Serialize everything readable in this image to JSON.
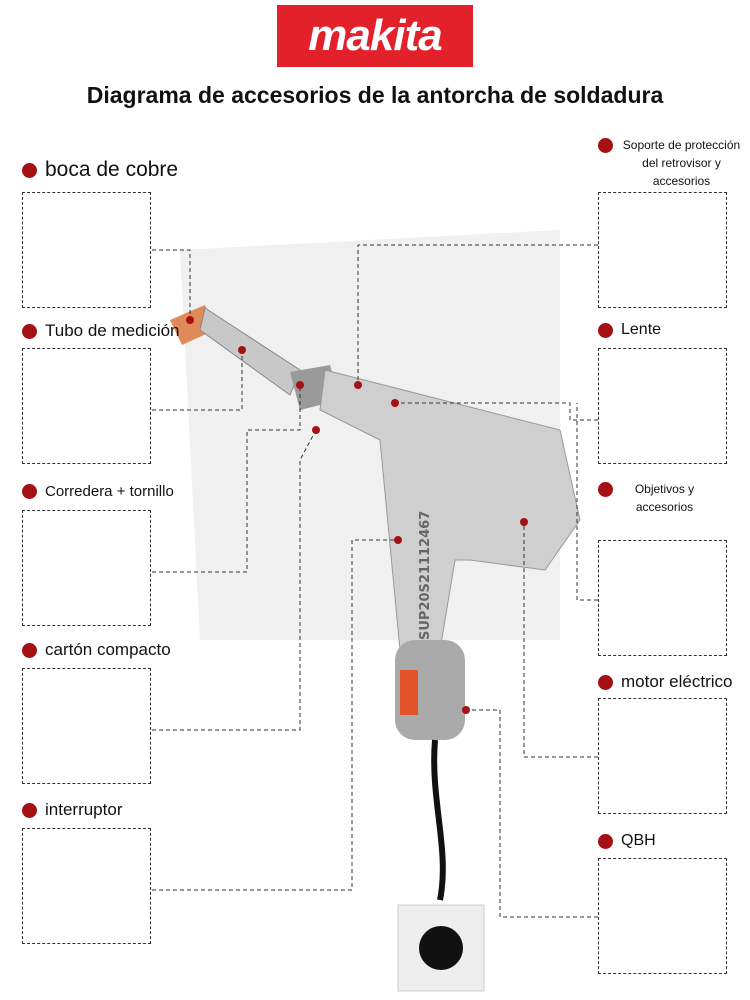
{
  "brand": "makita",
  "title": "Diagrama de accesorios de la antorcha de soldadura",
  "serial": "SUP20S21112467",
  "accent": "#a51014",
  "left": [
    {
      "label": "boca de cobre"
    },
    {
      "label": "Tubo de medición"
    },
    {
      "label": "Corredera + tornillo"
    },
    {
      "label": "cartón compacto"
    },
    {
      "label": "interruptor"
    }
  ],
  "right": [
    {
      "label": "Soporte de protección del retrovisor y accesorios"
    },
    {
      "label": "Lente"
    },
    {
      "label": "Objetivos y accesorios"
    },
    {
      "label": "motor eléctrico"
    },
    {
      "label": "QBH"
    }
  ]
}
